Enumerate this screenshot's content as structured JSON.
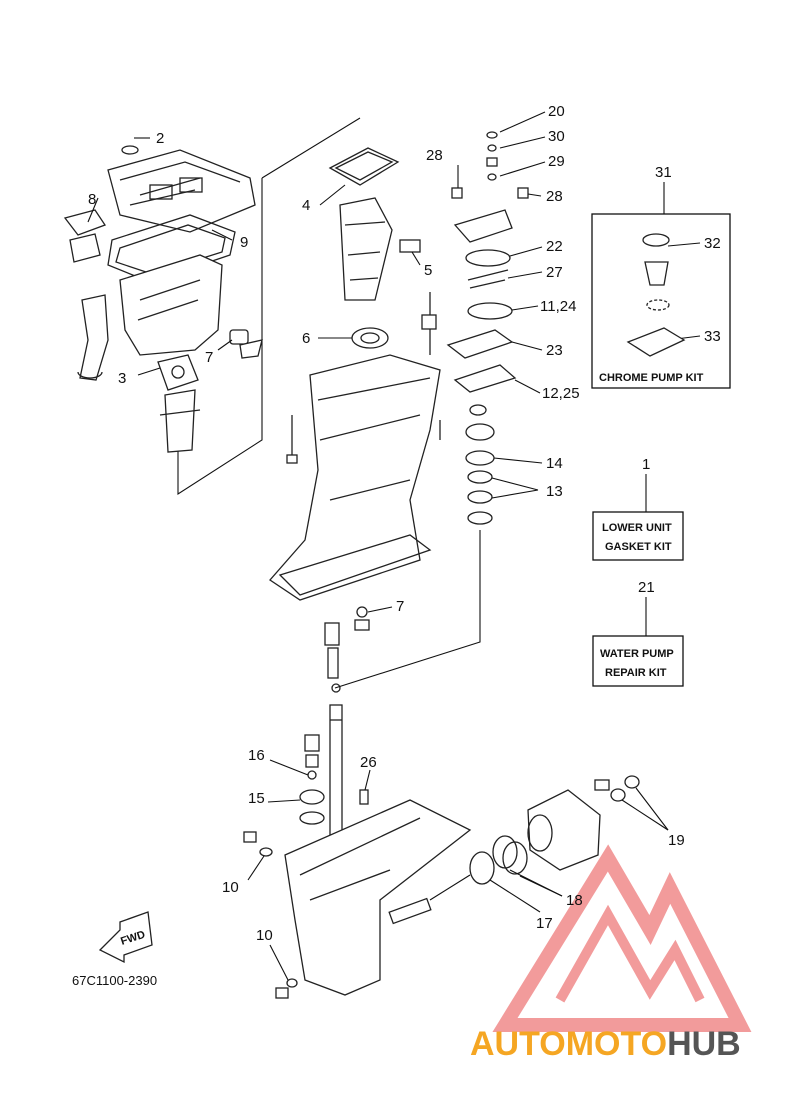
{
  "diagram": {
    "code": "67C1100-2390",
    "callouts": {
      "c1": "1",
      "c2": "2",
      "c3": "3",
      "c4": "4",
      "c5": "5",
      "c6": "6",
      "c7a": "7",
      "c7b": "7",
      "c8": "8",
      "c9": "9",
      "c10a": "10",
      "c10b": "10",
      "c1124": "11,24",
      "c1225": "12,25",
      "c13": "13",
      "c14": "14",
      "c15": "15",
      "c16": "16",
      "c17": "17",
      "c18": "18",
      "c19": "19",
      "c20": "20",
      "c21": "21",
      "c22": "22",
      "c23": "23",
      "c26": "26",
      "c27": "27",
      "c28a": "28",
      "c28b": "28",
      "c29": "29",
      "c30": "30",
      "c31": "31",
      "c32": "32",
      "c33": "33"
    },
    "kits": {
      "chrome_pump": "CHROME PUMP KIT",
      "lower_unit_l1": "LOWER UNIT",
      "lower_unit_l2": "GASKET KIT",
      "water_pump_l1": "WATER PUMP",
      "water_pump_l2": "REPAIR KIT"
    },
    "fwd_label": "FWD"
  },
  "watermark": {
    "part1": "AUTOMOTO",
    "part2": "HUB",
    "color1": "#f5a623",
    "color2": "#555555",
    "logo_color": "#f08a8a"
  }
}
